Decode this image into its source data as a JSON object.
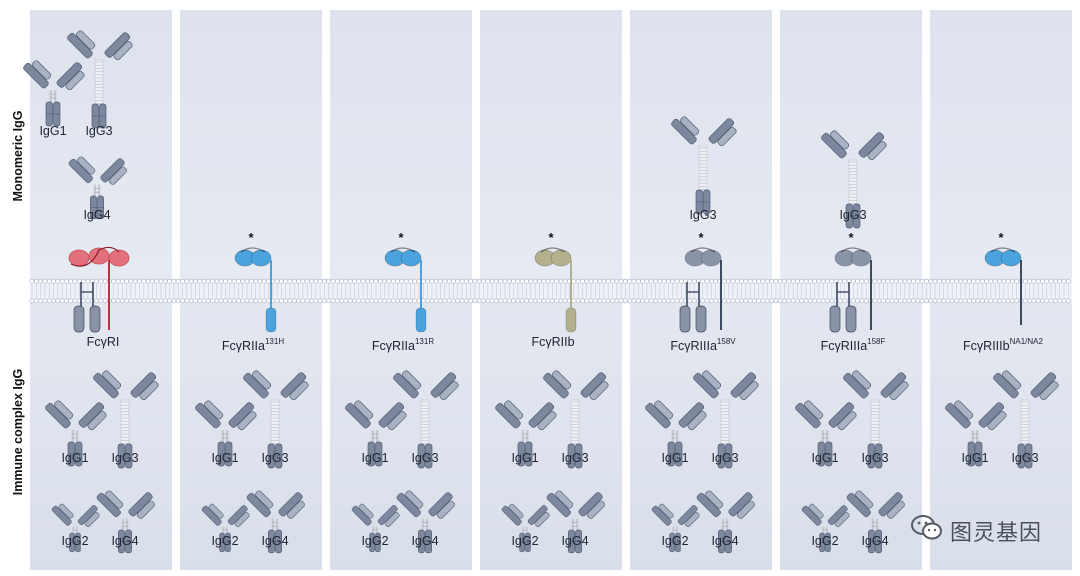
{
  "colors": {
    "panel_bg": "#e2e6ef",
    "antibody": "#7d889e",
    "antibody_dark": "#525d72",
    "hinge": "#c9cbd2",
    "membrane": "#cfd6e4",
    "FcgRI": "#e3707a",
    "FcgRIIa": "#4aa3dd",
    "FcgRIIb": "#b3b08e",
    "FcgRIII": "#8994a9",
    "FcgRIIIb": "#4aa3dd",
    "stalk_dark": "#3f4a60"
  },
  "side_labels": {
    "top": "Monomeric IgG",
    "bottom": "Immune complex IgG"
  },
  "star": "*",
  "watermark": {
    "text": "图灵基因",
    "icon": "wechat-icon"
  },
  "panels": [
    {
      "receptor": {
        "name": "FcγRI",
        "sup": "",
        "color_key": "FcgRI",
        "domains": 3,
        "star": false,
        "stalk": "gamma"
      },
      "monomeric": [
        {
          "label": "IgG1",
          "subclass": "IgG1"
        },
        {
          "label": "IgG3",
          "subclass": "IgG3"
        },
        {
          "label": "IgG4",
          "subclass": "IgG4"
        }
      ],
      "complex": [
        {
          "label": "IgG1",
          "subclass": "IgG1"
        },
        {
          "label": "IgG3",
          "subclass": "IgG3"
        },
        {
          "label": "IgG2",
          "subclass": "IgG2"
        },
        {
          "label": "IgG4",
          "subclass": "IgG4"
        }
      ]
    },
    {
      "receptor": {
        "name": "FcγRIIa",
        "sup": "131H",
        "color_key": "FcgRIIa",
        "domains": 2,
        "star": true,
        "stalk": "itam"
      },
      "monomeric": [],
      "complex": [
        {
          "label": "IgG1",
          "subclass": "IgG1"
        },
        {
          "label": "IgG3",
          "subclass": "IgG3"
        },
        {
          "label": "IgG2",
          "subclass": "IgG2"
        },
        {
          "label": "IgG4",
          "subclass": "IgG4"
        }
      ]
    },
    {
      "receptor": {
        "name": "FcγRIIa",
        "sup": "131R",
        "color_key": "FcgRIIa",
        "domains": 2,
        "star": true,
        "stalk": "itam"
      },
      "monomeric": [],
      "complex": [
        {
          "label": "IgG1",
          "subclass": "IgG1"
        },
        {
          "label": "IgG3",
          "subclass": "IgG3"
        },
        {
          "label": "IgG2",
          "subclass": "IgG2"
        },
        {
          "label": "IgG4",
          "subclass": "IgG4"
        }
      ]
    },
    {
      "receptor": {
        "name": "FcγRIIb",
        "sup": "",
        "color_key": "FcgRIIb",
        "domains": 2,
        "star": true,
        "stalk": "itam"
      },
      "monomeric": [],
      "complex": [
        {
          "label": "IgG1",
          "subclass": "IgG1"
        },
        {
          "label": "IgG3",
          "subclass": "IgG3"
        },
        {
          "label": "IgG2",
          "subclass": "IgG2"
        },
        {
          "label": "IgG4",
          "subclass": "IgG4"
        }
      ]
    },
    {
      "receptor": {
        "name": "FcγRIIIa",
        "sup": "158V",
        "color_key": "FcgRIII",
        "domains": 2,
        "star": true,
        "stalk": "gamma"
      },
      "monomeric": [
        {
          "label": "IgG3",
          "subclass": "IgG3"
        }
      ],
      "complex": [
        {
          "label": "IgG1",
          "subclass": "IgG1"
        },
        {
          "label": "IgG3",
          "subclass": "IgG3"
        },
        {
          "label": "IgG2",
          "subclass": "IgG2"
        },
        {
          "label": "IgG4",
          "subclass": "IgG4"
        }
      ]
    },
    {
      "receptor": {
        "name": "FcγRIIIa",
        "sup": "158F",
        "color_key": "FcgRIII",
        "domains": 2,
        "star": true,
        "stalk": "gamma"
      },
      "monomeric": [
        {
          "label": "IgG3",
          "subclass": "IgG3"
        }
      ],
      "complex": [
        {
          "label": "IgG1",
          "subclass": "IgG1"
        },
        {
          "label": "IgG3",
          "subclass": "IgG3"
        },
        {
          "label": "IgG2",
          "subclass": "IgG2"
        },
        {
          "label": "IgG4",
          "subclass": "IgG4"
        }
      ]
    },
    {
      "receptor": {
        "name": "FcγRIIIb",
        "sup": "NA1/NA2",
        "color_key": "FcgRIIIb",
        "domains": 2,
        "star": true,
        "stalk": "gpi"
      },
      "monomeric": [],
      "complex": [
        {
          "label": "IgG1",
          "subclass": "IgG1"
        },
        {
          "label": "IgG3",
          "subclass": "IgG3"
        }
      ]
    }
  ]
}
